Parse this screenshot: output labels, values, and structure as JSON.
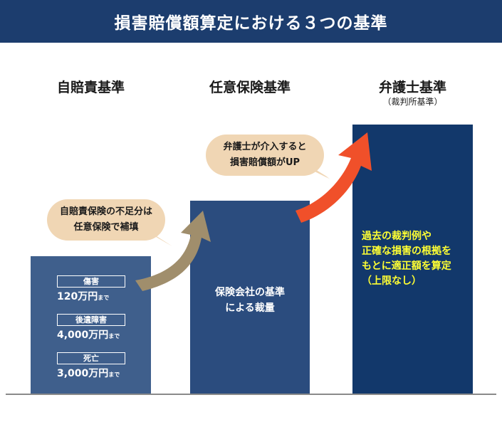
{
  "header": {
    "title": "損害賠償額算定における３つの基準"
  },
  "columns": [
    {
      "heading": "自賠責基準",
      "sub": ""
    },
    {
      "heading": "任意保険基準",
      "sub": ""
    },
    {
      "heading": "弁護士基準",
      "sub": "（裁判所基準）"
    }
  ],
  "bar1": {
    "items": [
      {
        "tag": "傷害",
        "amount": "120万円",
        "suffix": "まで"
      },
      {
        "tag": "後遺障害",
        "amount": "4,000万円",
        "suffix": "まで"
      },
      {
        "tag": "死亡",
        "amount": "3,000万円",
        "suffix": "まで"
      }
    ]
  },
  "bar2": {
    "lines": [
      "保険会社の基準",
      "による裁量"
    ]
  },
  "bar3": {
    "lines": [
      "過去の裁判例や",
      "正確な損害の根拠を",
      "もとに適正額を算定",
      "（上限なし）"
    ]
  },
  "bubble1": {
    "lines": [
      "自賠責保険の不足分は",
      "任意保険で補填"
    ]
  },
  "bubble2": {
    "lines": [
      "弁護士が介入すると",
      "損害賠償額がUP"
    ]
  },
  "colors": {
    "header": "#1c3d6e",
    "bar1": "#3f5f8c",
    "bar2": "#2b4c7e",
    "bar3": "#12386b",
    "bubble": "#f0d6b4",
    "arrow1": "#a08e6c",
    "arrow2": "#f0502a",
    "highlight_text": "#ffff33"
  },
  "icons": [
    "up-arrow-icon",
    "up-arrow-icon"
  ]
}
